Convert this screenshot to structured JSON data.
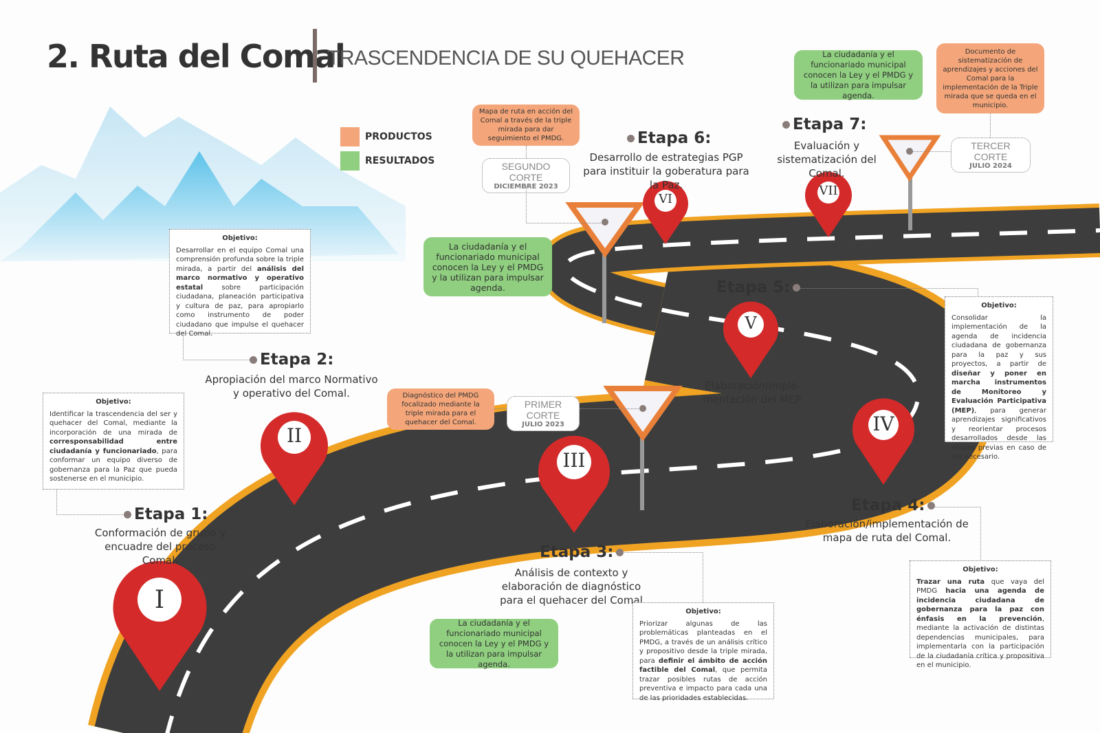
{
  "header": {
    "title": "2. Ruta del Comal",
    "subtitle": "TRASCENDENCIA DE SU QUEHACER"
  },
  "legend": {
    "items": [
      {
        "label": "PRODUCTOS",
        "color": "#f4a67a"
      },
      {
        "label": "RESULTADOS",
        "color": "#8fcf7f"
      }
    ]
  },
  "colors": {
    "road": "#3a3a3a",
    "road_edge": "#f0a323",
    "pin": "#d42a2a"
  },
  "objective_heading": "Objetivo:",
  "stages": [
    {
      "numeral": "I",
      "title": "Etapa 1:",
      "desc": "Conformación de grupo y encuadre del proceso Comal.",
      "objective": [
        "Identificar la trascendencia del ser y quehacer del Comal, mediante la incorporación de una mirada de ",
        "corresponsabilidad entre ciudadanía y funcionariado",
        ", para conformar un equipo diverso de gobernanza para la Paz que pueda sostenerse en el municipio."
      ]
    },
    {
      "numeral": "II",
      "title": "Etapa 2:",
      "desc": "Apropiación del marco Normativo y operativo del Comal.",
      "objective": [
        "Desarrollar en el equipo Comal una comprensión profunda sobre la triple mirada, a partir del ",
        "análisis del marco normativo y operativo estatal",
        " sobre participación ciudadana, planeación participativa y cultura de paz, para apropiarlo como instrumento de poder ciudadano que impulse el quehacer del Comal."
      ]
    },
    {
      "numeral": "III",
      "title": "Etapa 3:",
      "desc": "Análisis de contexto y elaboración de diagnóstico para el quehacer del Comal",
      "objective": [
        "Priorizar algunas de las problemáticas planteadas en el PMDG, a través de un análisis crítico y propositivo desde la triple mirada, para ",
        "definir el ámbito de acción factible del Comal",
        ", que permita trazar posibles rutas de acción preventiva e impacto para cada una de las prioridades establecidas."
      ]
    },
    {
      "numeral": "IV",
      "title": "Etapa 4:",
      "desc": "Elaboración/implementación de mapa de ruta del Comal.",
      "objective": [
        "",
        "Trazar una ruta",
        " que vaya del PMDG ",
        "hacia una agenda de incidencia ciudadana de gobernanza para la paz con énfasis en la prevención",
        ", mediante la activación de distintas dependencias municipales, para implementarla con la participación de la ciudadanía crítica y propositiva en el municipio."
      ]
    },
    {
      "numeral": "V",
      "title": "Etapa 5:",
      "desc": "Elaboración/imple-mentación del MEP.",
      "objective": [
        "Consolidar la implementación de la agenda de incidencia ciudadana de gobernanza para la paz y sus proyectos, a partir de ",
        "diseñar y poner en marcha instrumentos de Monitoreo y Evaluación Participativa (MEP)",
        ", para generar aprendizajes significativos y reorientar procesos desarrollados desde las etapas previas en caso de ser necesario."
      ]
    },
    {
      "numeral": "VI",
      "title": "Etapa 6:",
      "desc": "Desarrollo de estrategias PGP para instituir la goberatura para la Paz."
    },
    {
      "numeral": "VII",
      "title": "Etapa 7:",
      "desc": "Evaluación y sistematización del Comal."
    }
  ],
  "cortes": [
    {
      "name": "PRIMER CORTE",
      "date": "JULIO 2023",
      "product": "Diagnóstico del PMDG focalizado mediante la triple mirada para el quehacer del Comal.",
      "result": "La ciudadanía y el funcionariado municipal conocen la Ley y el PMDG y la utilizan para impulsar agenda."
    },
    {
      "name": "SEGUNDO CORTE",
      "date": "DICIEMBRE 2023",
      "product": "Mapa de ruta en acción del Comal a través de la triple mirada para dar seguimiento el PMDG.",
      "result": "La ciudadanía y el funcionariado municipal conocen la Ley y el PMDG y la utilizan para impulsar agenda."
    },
    {
      "name": "TERCER CORTE",
      "date": "JULIO 2024",
      "product": "Documento de sistematización de aprendizajes y acciones del Comal para la implementación de la Triple mirada que se queda en el municipio.",
      "result": "La ciudadanía y el funcionariado municipal conocen la Ley y el PMDG y la utilizan para impulsar agenda."
    }
  ]
}
